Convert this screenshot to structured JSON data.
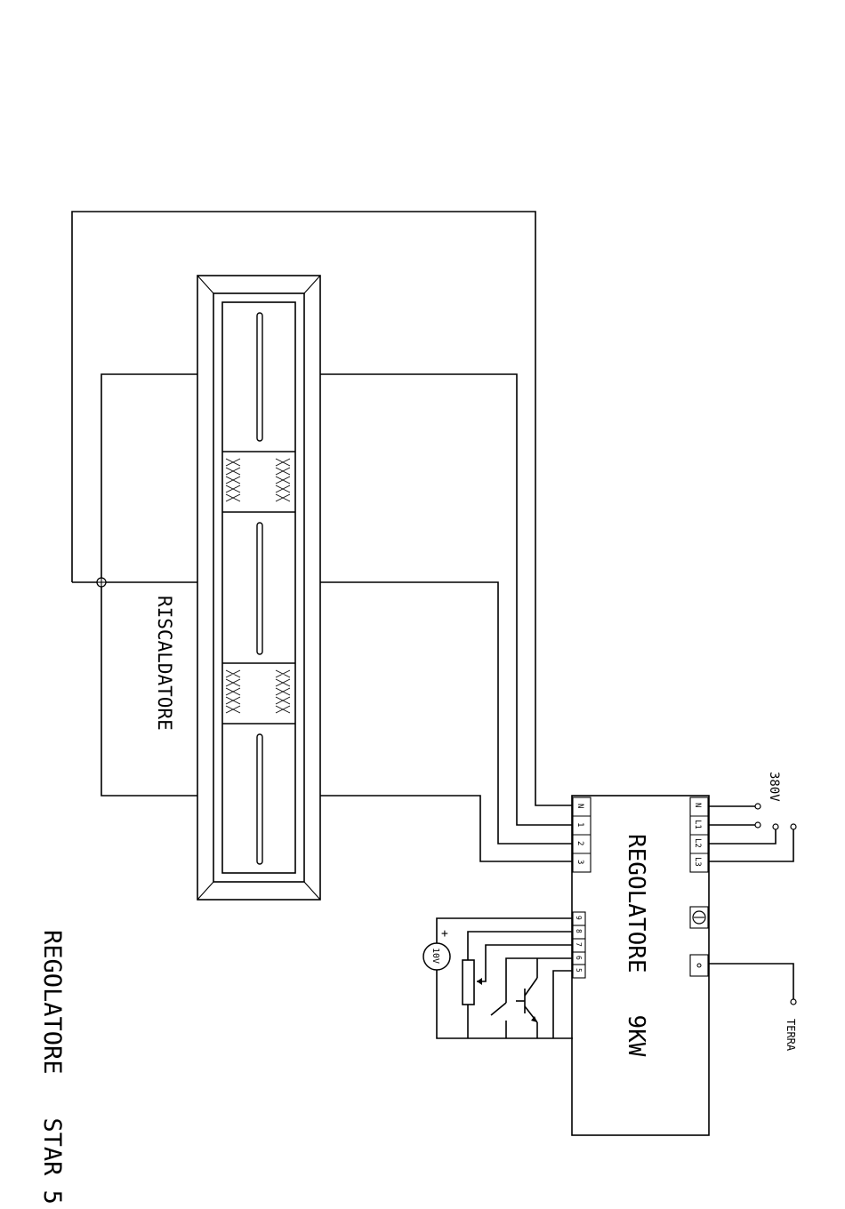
{
  "diagram_data": {
    "heater_label": "RISCALDATORE",
    "regulator_label": "REGOLATORE   9KW",
    "page_caption": "REGOLATORE   STAR 5",
    "supply_label": "380V",
    "earth_label": "TERRA",
    "control_voltage_label": "10V",
    "plus_sign": "+",
    "load_terminals": [
      "N",
      "1",
      "2",
      "3"
    ],
    "supply_terminals": [
      "N",
      "L1",
      "L2",
      "L3"
    ],
    "control_terminals": [
      "9",
      "8",
      "7",
      "6",
      "5"
    ],
    "colors": {
      "line": "#000000",
      "background": "#ffffff"
    }
  }
}
